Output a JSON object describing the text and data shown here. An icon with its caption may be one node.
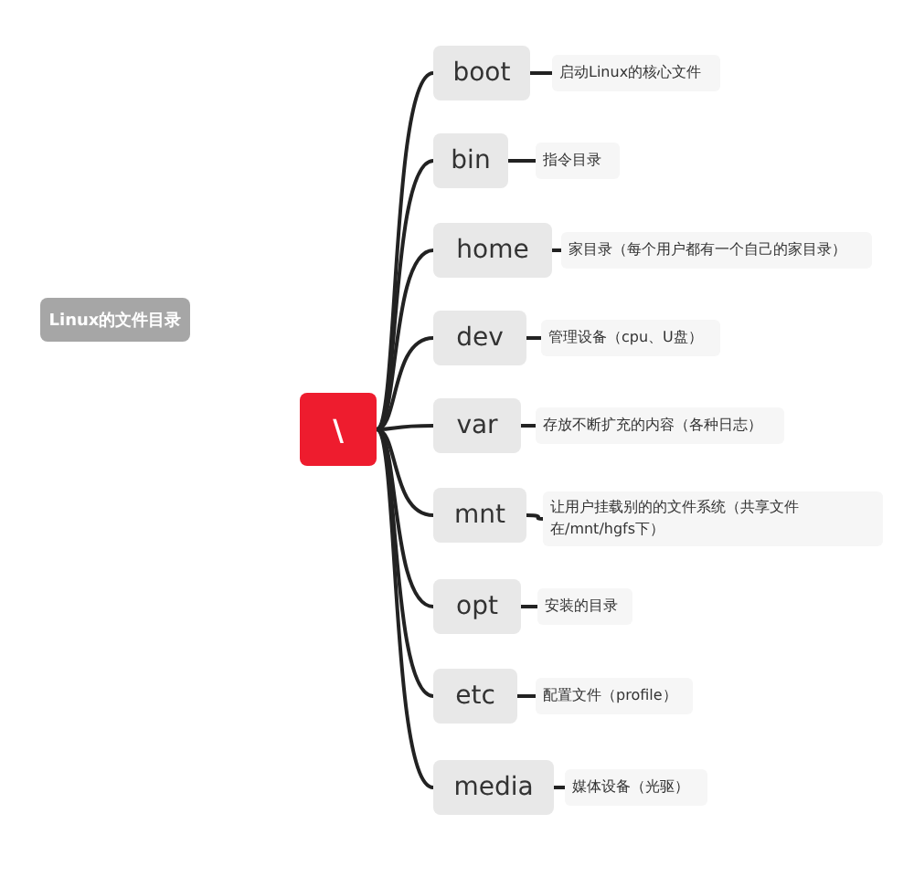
{
  "diagram": {
    "nodes": [
      {
        "text": [
          "Linux的文件目录"
        ]
      },
      {
        "text": [
          "\\"
        ]
      },
      {
        "text": [
          "boot"
        ]
      },
      {
        "text": [
          "bin"
        ]
      },
      {
        "text": [
          "home"
        ]
      },
      {
        "text": [
          "dev"
        ]
      },
      {
        "text": [
          "var"
        ]
      },
      {
        "text": [
          "mnt"
        ]
      },
      {
        "text": [
          "opt"
        ]
      },
      {
        "text": [
          "etc"
        ]
      },
      {
        "text": [
          "media"
        ]
      },
      {
        "text": [
          "启动Linux的核心文件"
        ]
      },
      {
        "text": [
          "指令目录"
        ]
      },
      {
        "text": [
          "家目录（每个用户都有一个自己的家目录）"
        ]
      },
      {
        "text": [
          "管理设备（cpu、U盘）"
        ]
      },
      {
        "text": [
          "存放不断扩充的内容（各种日志）"
        ]
      },
      {
        "text": [
          "让用户挂载别的的文件系统（共享文件在/mnt/hgfs下）"
        ]
      },
      {
        "text": [
          "安装的目录"
        ]
      },
      {
        "text": [
          "配置文件（profile）"
        ]
      },
      {
        "text": [
          "媒体设备（光驱）"
        ]
      }
    ],
    "edges": [
      {
        "from": 1,
        "to": 2,
        "arrow": "none"
      },
      {
        "from": 1,
        "to": 3,
        "arrow": "none"
      },
      {
        "from": 1,
        "to": 4,
        "arrow": "none"
      },
      {
        "from": 1,
        "to": 5,
        "arrow": "none"
      },
      {
        "from": 1,
        "to": 6,
        "arrow": "none"
      },
      {
        "from": 1,
        "to": 7,
        "arrow": "none"
      },
      {
        "from": 1,
        "to": 8,
        "arrow": "none"
      },
      {
        "from": 1,
        "to": 9,
        "arrow": "none"
      },
      {
        "from": 1,
        "to": 10,
        "arrow": "none"
      },
      {
        "from": 2,
        "to": 11,
        "arrow": "none"
      },
      {
        "from": 3,
        "to": 12,
        "arrow": "none"
      },
      {
        "from": 4,
        "to": 13,
        "arrow": "none"
      },
      {
        "from": 5,
        "to": 14,
        "arrow": "none"
      },
      {
        "from": 6,
        "to": 15,
        "arrow": "none"
      },
      {
        "from": 7,
        "to": 16,
        "arrow": "none"
      },
      {
        "from": 8,
        "to": 17,
        "arrow": "none"
      },
      {
        "from": 9,
        "to": 18,
        "arrow": "none"
      },
      {
        "from": 10,
        "to": 19,
        "arrow": "none"
      }
    ]
  }
}
